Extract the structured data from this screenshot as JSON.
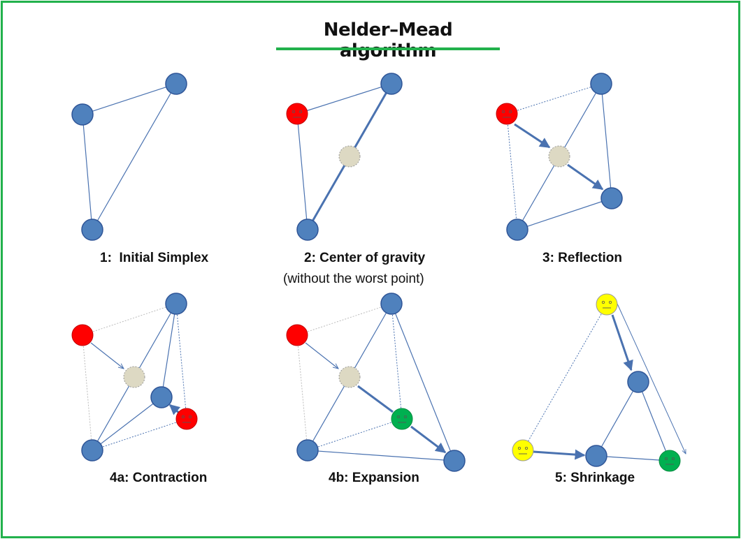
{
  "title": "Nelder–Mead algorithm",
  "colors": {
    "frame": "#22b14c",
    "node_blue": "#4f81bd",
    "node_stroke": "#2f5597",
    "worst_red": "#ff0000",
    "centroid_gray": "#ddd9c3",
    "best_green": "#00b050",
    "shrink_yellow": "#ffff00",
    "edge": "#4a72b0"
  },
  "panels": [
    {
      "id": "p1",
      "caption": "1:  Initial Simplex"
    },
    {
      "id": "p2",
      "caption": "2: Center of gravity",
      "subcaption": "(without the worst point)"
    },
    {
      "id": "p3",
      "caption": "3: Reflection"
    },
    {
      "id": "p4a",
      "caption": "4a: Contraction"
    },
    {
      "id": "p4b",
      "caption": "4b: Expansion"
    },
    {
      "id": "p5",
      "caption": "5: Shrinkage"
    }
  ]
}
